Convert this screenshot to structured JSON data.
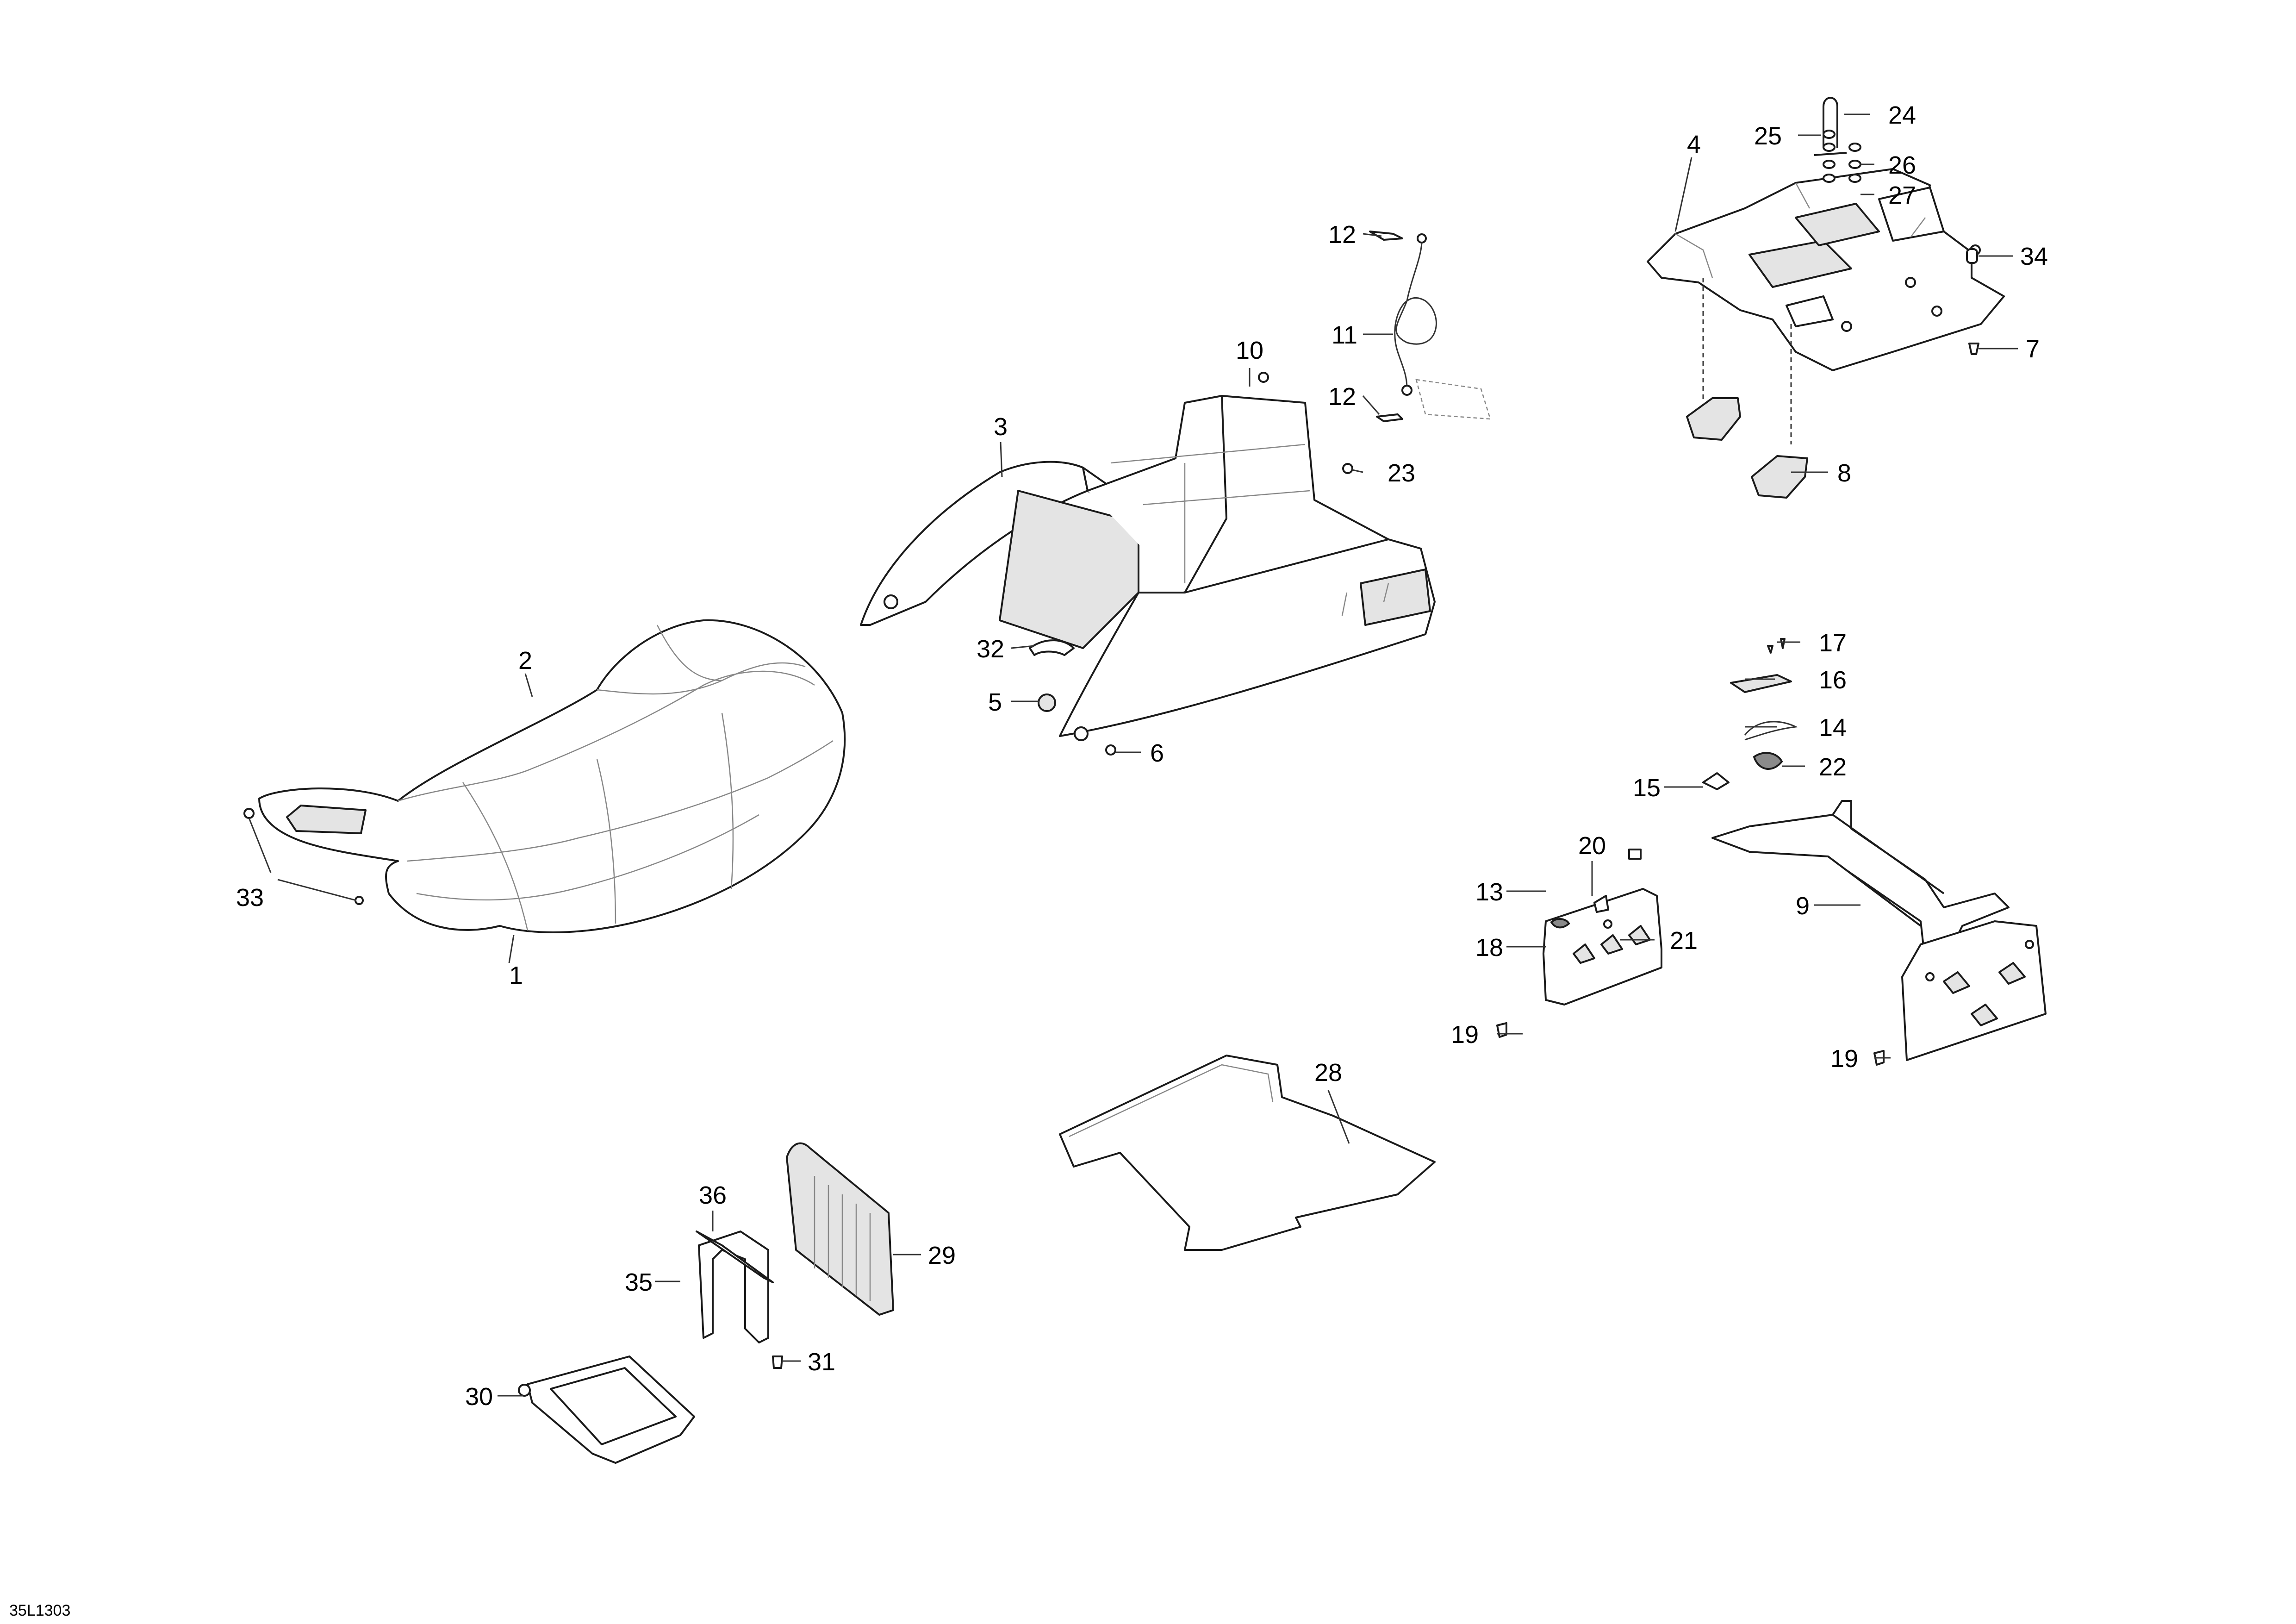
{
  "figure_id": "35L1303",
  "callouts": [
    "1",
    "2",
    "3",
    "4",
    "5",
    "6",
    "7",
    "8",
    "9",
    "10",
    "11",
    "12",
    "12",
    "13",
    "14",
    "15",
    "16",
    "17",
    "18",
    "19",
    "19",
    "20",
    "21",
    "22",
    "23",
    "24",
    "25",
    "26",
    "27",
    "28",
    "29",
    "30",
    "31",
    "32",
    "33",
    "33",
    "34",
    "35",
    "36"
  ]
}
